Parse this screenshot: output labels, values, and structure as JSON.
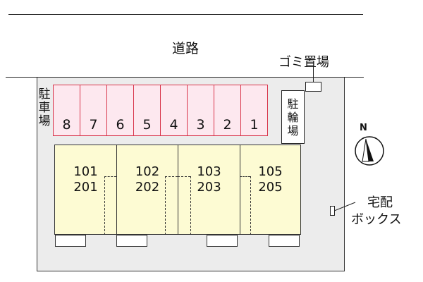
{
  "road": {
    "label": "道路"
  },
  "garbage": {
    "label": "ゴミ置場"
  },
  "parking": {
    "label_chars": [
      "駐",
      "車",
      "場"
    ],
    "stalls": [
      "8",
      "7",
      "6",
      "5",
      "4",
      "3",
      "2",
      "1"
    ]
  },
  "bicycle": {
    "label_chars": [
      "駐",
      "輪",
      "場"
    ]
  },
  "units": [
    {
      "top": "101",
      "bottom": "201"
    },
    {
      "top": "102",
      "bottom": "202"
    },
    {
      "top": "103",
      "bottom": "203"
    },
    {
      "top": "105",
      "bottom": "205"
    }
  ],
  "compass": {
    "label": "N"
  },
  "delivery_box": {
    "line1": "宅配",
    "line2": "ボックス"
  }
}
